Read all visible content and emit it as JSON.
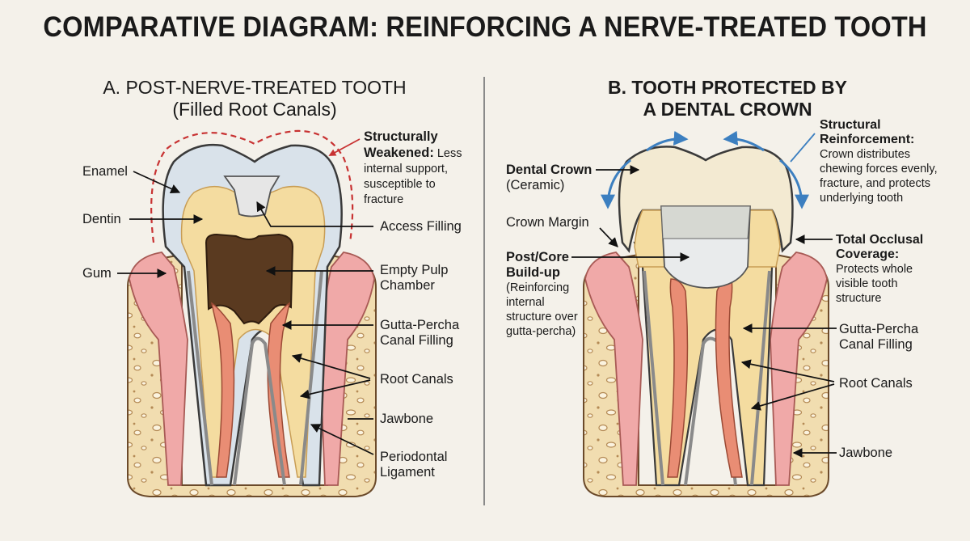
{
  "title": "COMPARATIVE DIAGRAM: REINFORCING A NERVE-TREATED TOOTH",
  "panel_a": {
    "title_line1": "A. POST-NERVE-TREATED TOOTH",
    "title_line2": "(Filled Root Canals)",
    "labels": {
      "enamel": "Enamel",
      "dentin": "Dentin",
      "gum": "Gum",
      "weakened_bold1": "Structurally",
      "weakened_bold2": "Weakened:",
      "weakened_text1": "Less",
      "weakened_text2": "internal support,",
      "weakened_text3": "susceptible to",
      "weakened_text4": "fracture",
      "access_filling": "Access Filling",
      "pulp1": "Empty Pulp",
      "pulp2": "Chamber",
      "gutta1": "Gutta-Percha",
      "gutta2": "Canal Filling",
      "root_canals": "Root Canals",
      "jawbone": "Jawbone",
      "perio1": "Periodontal",
      "perio2": "Ligament"
    }
  },
  "panel_b": {
    "title_line1": "B. TOOTH PROTECTED BY",
    "title_line2": "A DENTAL CROWN",
    "labels": {
      "crown_bold": "Dental Crown",
      "crown_sub": "(Ceramic)",
      "crown_margin": "Crown Margin",
      "post1": "Post/Core",
      "post2": "Build-up",
      "post_sub1": "(Reinforcing",
      "post_sub2": "internal",
      "post_sub3": "structure over",
      "post_sub4": "gutta-percha)",
      "reinf_bold1": "Structural",
      "reinf_bold2": "Reinforcement:",
      "reinf1": "Crown distributes",
      "reinf2": "chewing forces evenly,",
      "reinf3": "fracture, and protects",
      "reinf4": "underlying tooth",
      "occ_bold1": "Total Occlusal",
      "occ_bold2": "Coverage:",
      "occ1": "Protects whole",
      "occ2": "visible tooth",
      "occ3": "structure",
      "gutta1": "Gutta-Percha",
      "gutta2": "Canal Filling",
      "root_canals": "Root Canals",
      "jawbone": "Jawbone"
    }
  },
  "colors": {
    "background": "#f4f1ea",
    "bone": "#f1ddb0",
    "gum": "#f0a9a8",
    "enamel": "#d9e2ea",
    "dentin": "#f4dca0",
    "pulp": "#5a3a20",
    "canal": "#e98d74",
    "crown": "#f3ead2",
    "weak_dash": "#c83232",
    "force_arrow": "#3c7fc0"
  }
}
